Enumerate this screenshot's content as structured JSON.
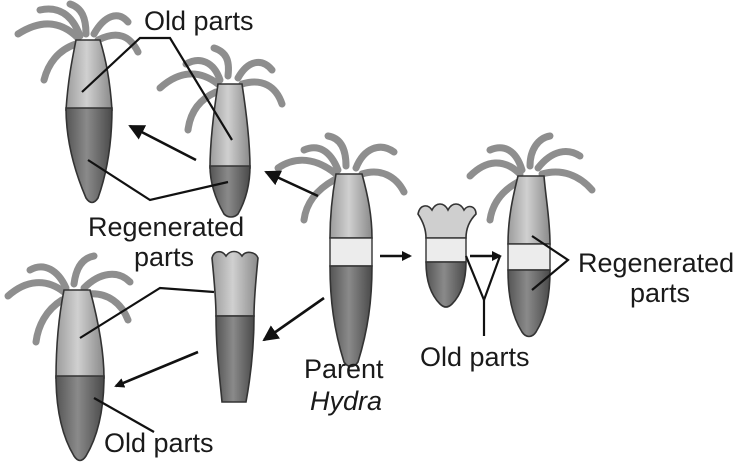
{
  "labels": {
    "old_parts_top": "Old parts",
    "regenerated_parts_left_line1": "Regenerated",
    "regenerated_parts_left_line2": "parts",
    "regenerated_parts_right_line1": "Regenerated",
    "regenerated_parts_right_line2": "parts",
    "old_parts_right": "Old parts",
    "old_parts_bottom": "Old parts",
    "parent_line1": "Parent",
    "parent_line2": "Hydra"
  },
  "colors": {
    "old_part_fill": "#b9b9b9",
    "regenerated_part_fill": "#6f6f6f",
    "cut_band_fill": "#ececec",
    "tentacle": "#8e8e8e"
  }
}
